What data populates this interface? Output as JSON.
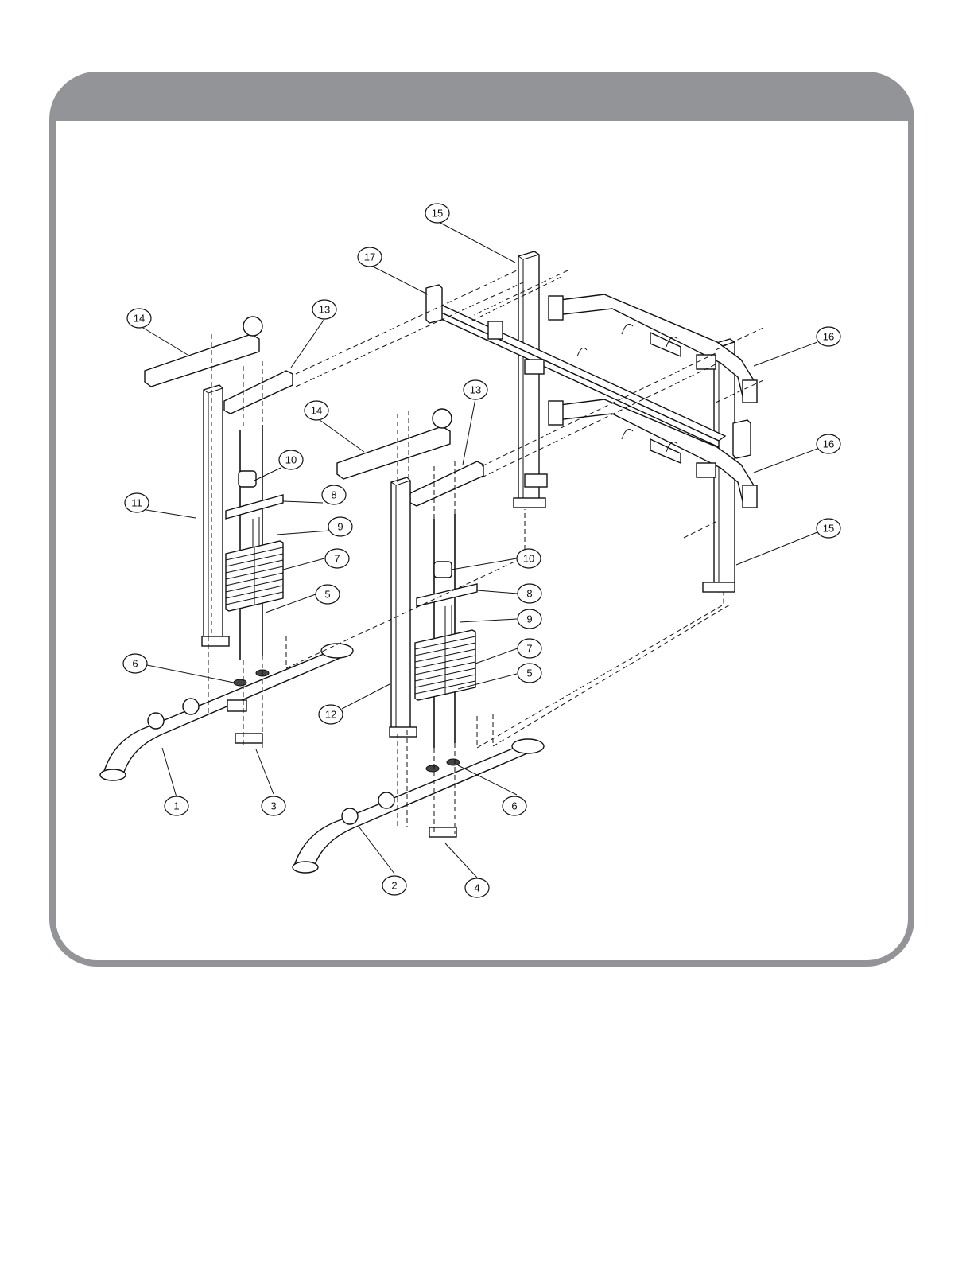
{
  "callouts": [
    {
      "label": "15"
    },
    {
      "label": "17"
    },
    {
      "label": "14"
    },
    {
      "label": "13"
    },
    {
      "label": "16"
    },
    {
      "label": "14"
    },
    {
      "label": "13"
    },
    {
      "label": "10"
    },
    {
      "label": "11"
    },
    {
      "label": "8"
    },
    {
      "label": "9"
    },
    {
      "label": "16"
    },
    {
      "label": "7"
    },
    {
      "label": "15"
    },
    {
      "label": "5"
    },
    {
      "label": "10"
    },
    {
      "label": "8"
    },
    {
      "label": "9"
    },
    {
      "label": "6"
    },
    {
      "label": "7"
    },
    {
      "label": "5"
    },
    {
      "label": "12"
    },
    {
      "label": "1"
    },
    {
      "label": "3"
    },
    {
      "label": "6"
    },
    {
      "label": "2"
    },
    {
      "label": "4"
    }
  ]
}
